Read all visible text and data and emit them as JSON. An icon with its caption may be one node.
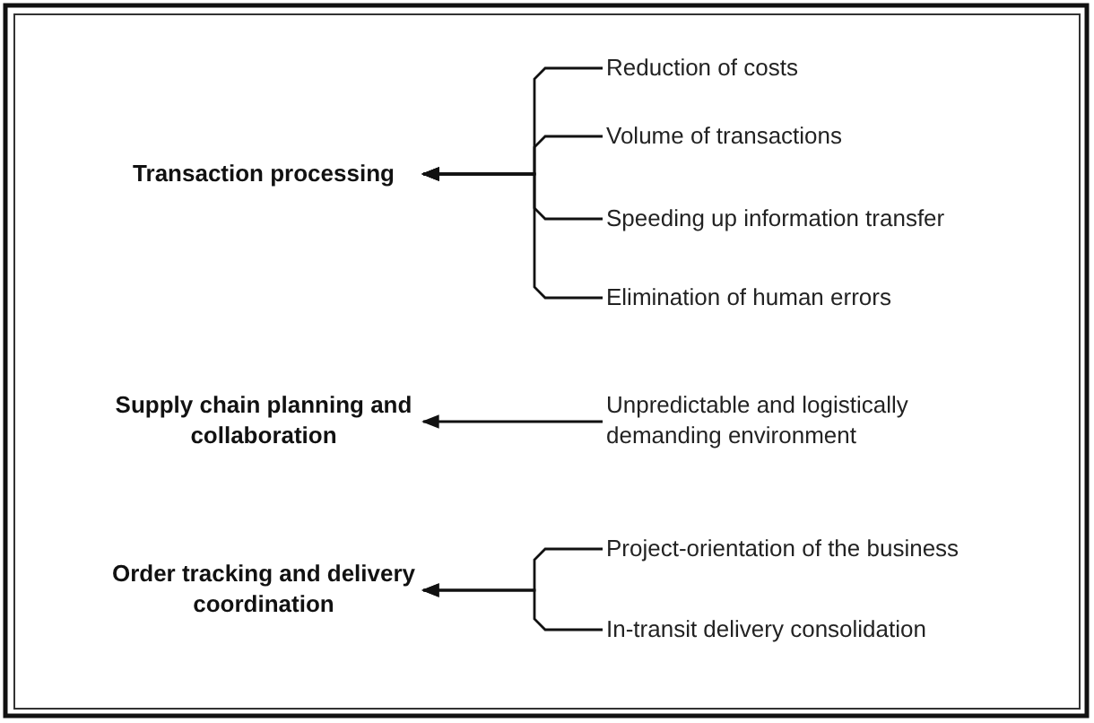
{
  "diagram": {
    "nodes": [
      {
        "text": [
          "Transaction processing"
        ]
      },
      {
        "text": [
          "Reduction of costs"
        ]
      },
      {
        "text": [
          "Volume of transactions"
        ]
      },
      {
        "text": [
          "Speeding up information transfer"
        ]
      },
      {
        "text": [
          "Elimination of human errors"
        ]
      },
      {
        "text": [
          "Supply chain planning and collaboration"
        ]
      },
      {
        "text": [
          "Unpredictable and logistically demanding environment"
        ]
      },
      {
        "text": [
          "Order tracking and delivery coordination"
        ]
      },
      {
        "text": [
          "Project-orientation of the business"
        ]
      },
      {
        "text": [
          "In-transit delivery consolidation"
        ]
      }
    ],
    "edges": [
      {
        "from": 1,
        "to": 0,
        "arrow": "to"
      },
      {
        "from": 2,
        "to": 0,
        "arrow": "to"
      },
      {
        "from": 3,
        "to": 0,
        "arrow": "to"
      },
      {
        "from": 4,
        "to": 0,
        "arrow": "to"
      },
      {
        "from": 6,
        "to": 5,
        "arrow": "to"
      },
      {
        "from": 8,
        "to": 7,
        "arrow": "to"
      },
      {
        "from": 9,
        "to": 7,
        "arrow": "to"
      }
    ]
  }
}
